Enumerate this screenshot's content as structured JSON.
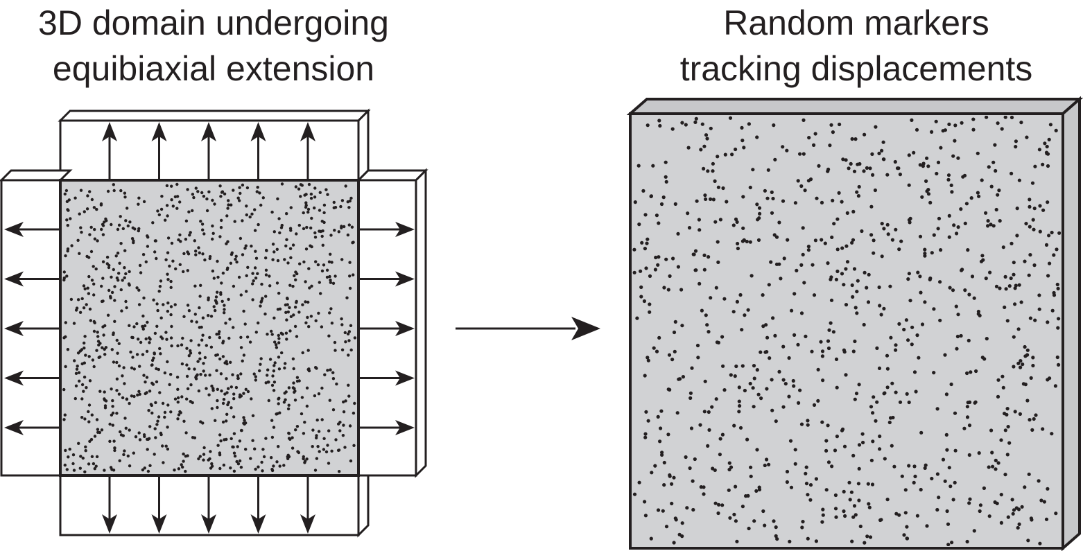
{
  "left_panel": {
    "title_line1": "3D domain undergoing",
    "title_line2": "equibiaxial extension",
    "arrows_per_side": 5,
    "marker_count": 1100,
    "marker_seed": 7
  },
  "right_panel": {
    "title_line1": "Random markers",
    "title_line2": "tracking displacements",
    "marker_count": 900,
    "marker_seed": 19
  },
  "colors": {
    "stroke": "#231f20",
    "domain_fill": "#d1d2d4",
    "side_fill": "#c7c8ca",
    "marker": "#231f20",
    "background": "#ffffff"
  }
}
